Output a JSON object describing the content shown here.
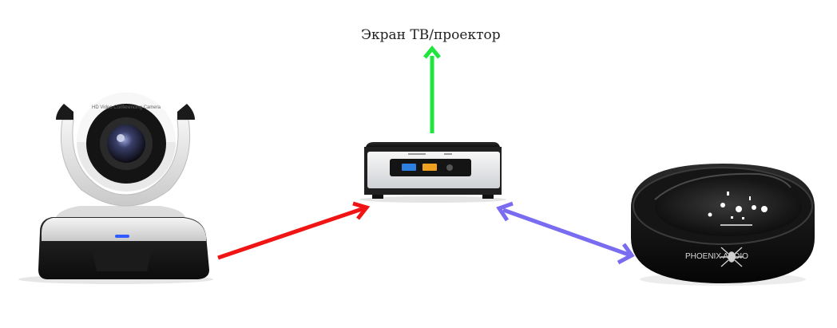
{
  "diagram": {
    "screen_label": "Экран ТВ/проектор",
    "speaker_brand": "PHOENIX AUDIO",
    "camera_ring_text": "HD Video Conferencing Camera",
    "colors": {
      "arrow_up": "#1ee63c",
      "arrow_camera": "#f01414",
      "arrow_speaker": "#7a6cf0",
      "camera_led": "#2f5bff",
      "pc_port_usb3": "#2d7fe0",
      "pc_port_usb_charge": "#f0a020"
    },
    "nodes": [
      {
        "id": "camera",
        "icon": "ptz-camera-icon"
      },
      {
        "id": "mini-pc",
        "icon": "mini-pc-icon"
      },
      {
        "id": "speakerphone",
        "icon": "speakerphone-icon"
      },
      {
        "id": "display",
        "icon": "display-label"
      }
    ],
    "edges": [
      {
        "from": "mini-pc",
        "to": "display",
        "direction": "one-way"
      },
      {
        "from": "camera",
        "to": "mini-pc",
        "direction": "one-way"
      },
      {
        "from": "mini-pc",
        "to": "speakerphone",
        "direction": "two-way"
      }
    ]
  }
}
